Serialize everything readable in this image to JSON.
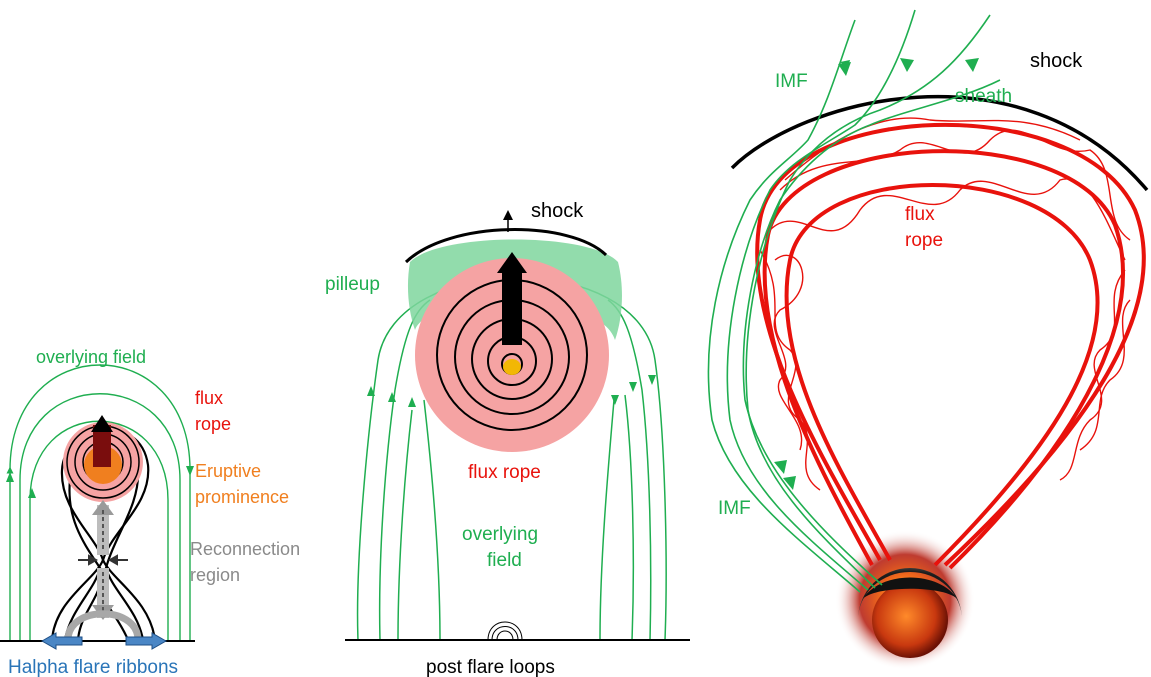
{
  "colors": {
    "green": "#1fae50",
    "red": "#e8120c",
    "orange": "#f07f1f",
    "gray": "#8a8a8a",
    "blue": "#2a75b8",
    "pink": "#f5a3a3",
    "yellow": "#f2b705",
    "black": "#000000",
    "dark_red": "#7a0d0d",
    "sheath_fill": "#7fd69e",
    "arrow_blue": "#4a86c5"
  },
  "panel_left": {
    "label_overlying_field": "overlying field",
    "label_flux": "flux",
    "label_rope": "rope",
    "label_eruptive": "Eruptive",
    "label_prominence": "prominence",
    "label_reconnection": "Reconnection",
    "label_region": "region",
    "label_ribbons": "Halpha flare ribbons"
  },
  "panel_middle": {
    "label_shock": "shock",
    "label_pileup": "pilleup",
    "label_flux_rope": "flux rope",
    "label_overlying": "overlying",
    "label_field": "field",
    "label_post_flare": "post flare loops"
  },
  "panel_right": {
    "label_shock": "shock",
    "label_sheath": "sheath",
    "label_imf_top": "IMF",
    "label_flux": "flux",
    "label_rope": "rope",
    "label_imf_bottom": "IMF",
    "icons": [
      "sun-icon"
    ]
  }
}
